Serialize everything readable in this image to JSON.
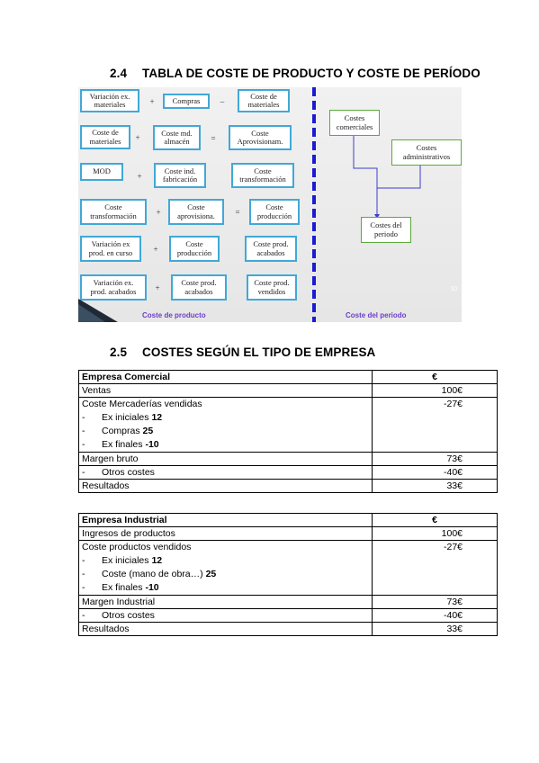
{
  "section_24": {
    "number": "2.4",
    "title": "TABLA DE COSTE DE PRODUCTO Y COSTE DE PERÍODO"
  },
  "slide": {
    "rows": [
      {
        "a": "Variación ex.\nmateriales",
        "op1": "+",
        "b": "Compras",
        "op2": "–",
        "c": "Coste de\nmateriales"
      },
      {
        "a": "Coste de\nmateriales",
        "op1": "+",
        "b": "Coste md.\nalmacén",
        "op2": "=",
        "c": "Coste\nAprovisionam."
      },
      {
        "a": "MOD",
        "op1": "+",
        "b": "Coste ind.\nfabricación",
        "op2": "",
        "c": "Coste\ntransformación"
      },
      {
        "a": "Coste\ntransformación",
        "op1": "+",
        "b": "Coste\naprovisiona.",
        "op2": "=",
        "c": "Coste\nproducción"
      },
      {
        "a": "Variación ex\nprod. en curso",
        "op1": "+",
        "b": "Coste\nproducción",
        "op2": "",
        "c": "Coste prod.\nacabados"
      },
      {
        "a": "Variación ex.\nprod. acabados",
        "op1": "+",
        "b": "Coste prod.\nacabados",
        "op2": "",
        "c": "Coste prod.\nvendidos"
      }
    ],
    "right": {
      "comerciales": "Costes\ncomerciales",
      "administrativos": "Costes\nadministrativos",
      "periodo": "Costes del\nperiodo"
    },
    "caption_left": "Coste de producto",
    "caption_right": "Coste del periodo",
    "slide_number": "10"
  },
  "section_25": {
    "number": "2.5",
    "title": "COSTES SEGÚN EL TIPO DE EMPRESA"
  },
  "table_comercial": {
    "header": [
      "Empresa Comercial",
      "€"
    ],
    "ventas": [
      "Ventas",
      "100€"
    ],
    "coste_label": "Coste Mercaderías vendidas",
    "coste_value": "-27€",
    "items": [
      {
        "label": "Ex iniciales ",
        "value": "12"
      },
      {
        "label": "Compras ",
        "value": "25"
      },
      {
        "label": "Ex finales ",
        "value": "-10"
      }
    ],
    "margen": [
      "Margen bruto",
      "73€"
    ],
    "otros": [
      "Otros costes",
      "-40€"
    ],
    "resultados": [
      "Resultados",
      "33€"
    ]
  },
  "table_industrial": {
    "header": [
      "Empresa Industrial",
      "€"
    ],
    "ingresos": [
      "Ingresos de productos",
      "100€"
    ],
    "coste_label": "Coste productos vendidos",
    "coste_value": "-27€",
    "items": [
      {
        "label": "Ex iniciales ",
        "value": "12"
      },
      {
        "label": "Coste (mano de obra…) ",
        "value": "25"
      },
      {
        "label": "Ex finales ",
        "value": "-10"
      }
    ],
    "margen": [
      "Margen Industrial",
      "73€"
    ],
    "otros": [
      "Otros costes",
      "-40€"
    ],
    "resultados": [
      "Resultados",
      "33€"
    ]
  },
  "colors": {
    "box_border": "#41a8d8",
    "green_border": "#5aaa3c",
    "divider": "#1b1bd6",
    "caption": "#6b3fc9"
  }
}
